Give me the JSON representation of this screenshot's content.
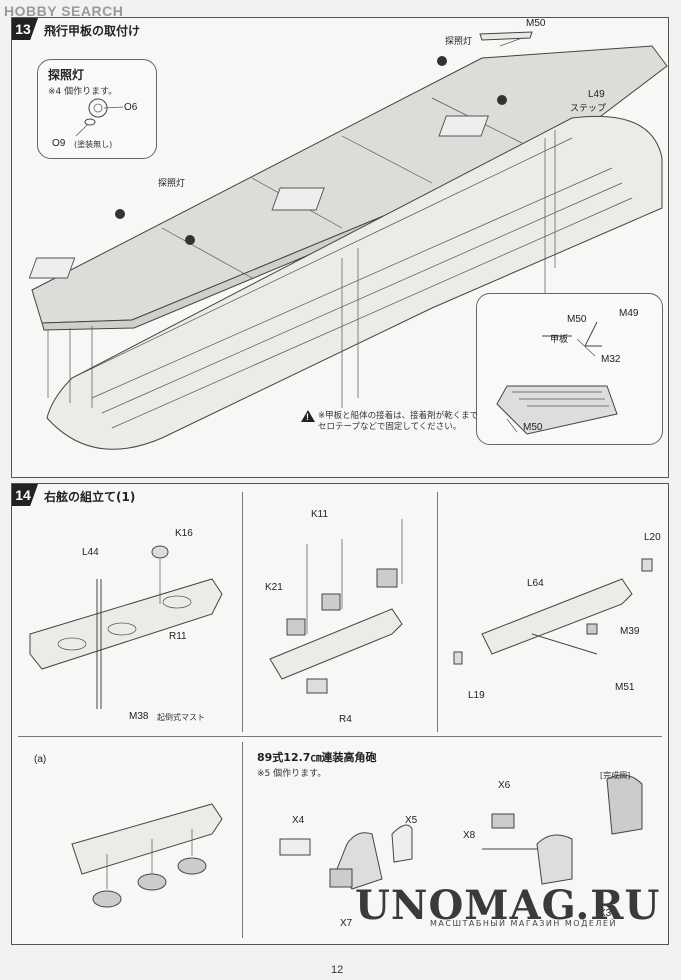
{
  "watermark_top": "HOBBY SEARCH",
  "step13": {
    "number": "13",
    "title": "飛行甲板の取付け",
    "searchlight": {
      "title": "探照灯",
      "note": "※4 個作ります。",
      "parts": [
        "O6",
        "O9",
        "(塗装無し)"
      ]
    },
    "labels": {
      "searchlight_a": "探照灯",
      "searchlight_b": "探照灯",
      "m50": "M50",
      "l49": "L49",
      "step": "ステップ"
    },
    "detail": {
      "m50_top": "M50",
      "m49": "M49",
      "deck": "甲板",
      "m32": "M32",
      "m50_bottom": "M50"
    },
    "warning": "※甲板と船体の接着は、接着剤が乾くまでセロテープなどで固定してください。"
  },
  "step14": {
    "number": "14",
    "title": "右舷の組立て(1)",
    "cell1": {
      "k16": "K16",
      "l44": "L44",
      "r11": "R11",
      "m38": "M38",
      "mast": "起倒式マスト"
    },
    "cell2": {
      "k11": "K11",
      "k21": "K21",
      "r4": "R4"
    },
    "cell3": {
      "l20": "L20",
      "l64": "L64",
      "m39": "M39",
      "m51": "M51",
      "l19": "L19"
    },
    "cell4": {
      "label": "(a)"
    },
    "cell5": {
      "title": "89式12.7㎝連装高角砲",
      "note": "※5 個作ります。",
      "x4": "X4",
      "x5": "X5",
      "x7": "X7"
    },
    "cell6": {
      "finished": "[完成図]",
      "x6": "X6",
      "x8": "X8",
      "x3": "X3"
    }
  },
  "watermark_bottom": "UNOMAG.RU",
  "watermark_bottom_sub": "МАСШТАБНЫЙ МАГАЗИН МОДЕЛЕЙ",
  "page_number": "12"
}
